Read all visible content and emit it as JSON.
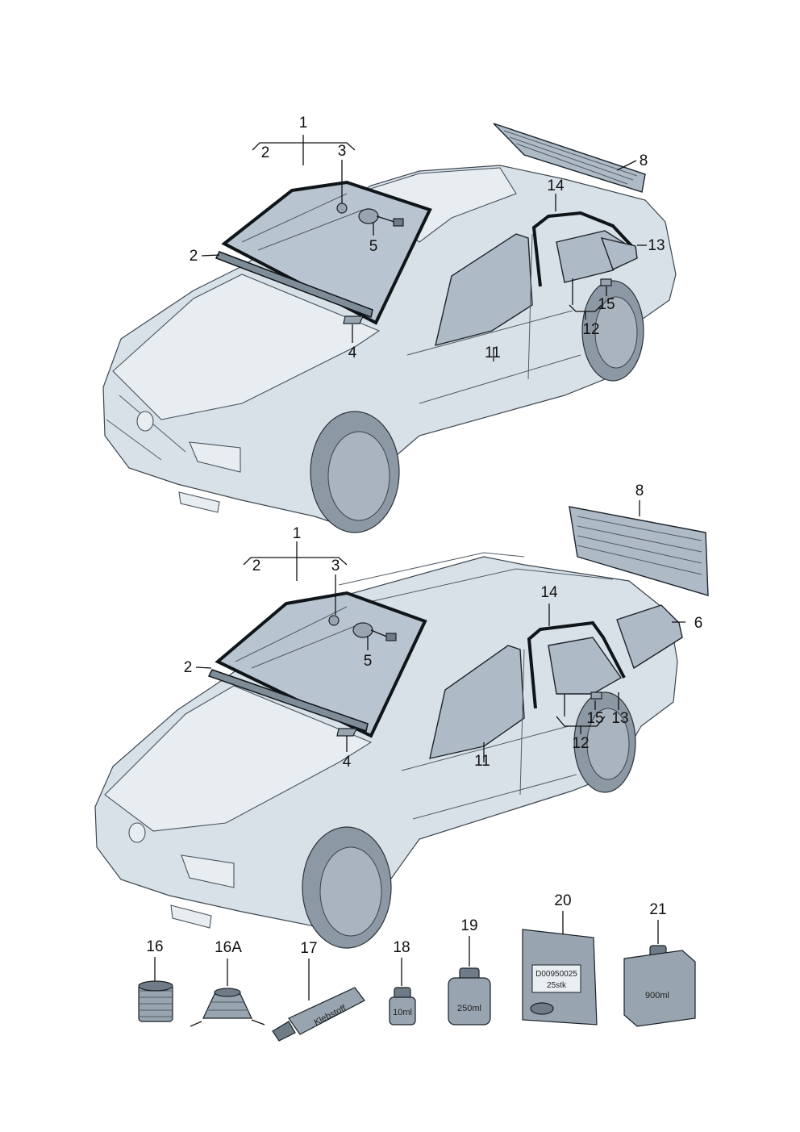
{
  "callouts": {
    "sedan": [
      "1",
      "2",
      "3",
      "2",
      "5",
      "4",
      "8",
      "14",
      "13",
      "15",
      "12",
      "11"
    ],
    "wagon": [
      "1",
      "2",
      "3",
      "2",
      "5",
      "4",
      "8",
      "14",
      "6",
      "15",
      "13",
      "12",
      "11"
    ],
    "parts": [
      "16",
      "16A",
      "17",
      "18",
      "19",
      "20",
      "21"
    ]
  },
  "product_labels": {
    "tube": "Klebstoff",
    "bottle_small": "10ml",
    "can_medium": "250ml",
    "bag_code": "D00950025",
    "bag_count": "25stk",
    "canister": "900ml"
  }
}
